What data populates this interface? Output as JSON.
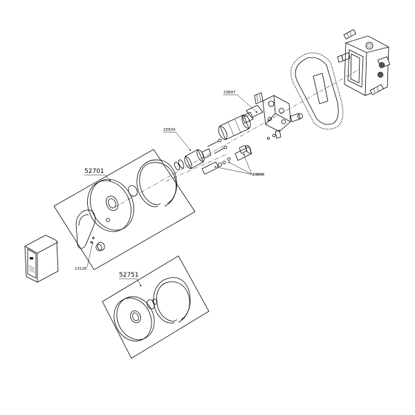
{
  "labels": {
    "valve_body": "23897",
    "cartridge": "25934",
    "seat_set": "23896",
    "trim_set_main": "52701",
    "handle_part": "13126",
    "trim_set_alt": "52751"
  }
}
